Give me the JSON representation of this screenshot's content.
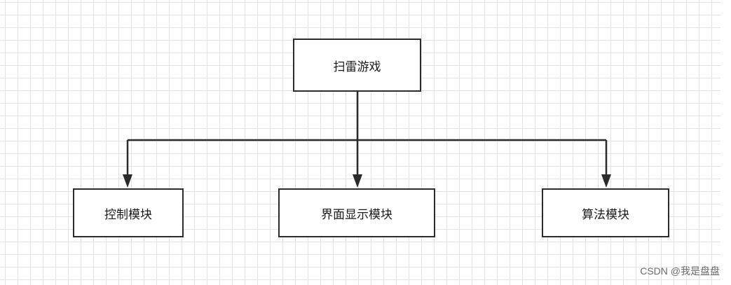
{
  "diagram": {
    "root": {
      "label": "扫雷游戏"
    },
    "children": [
      {
        "label": "控制模块"
      },
      {
        "label": "界面显示模块"
      },
      {
        "label": "算法模块"
      }
    ],
    "line_color": "#2b2b2b",
    "grid_color": "#e3e3e3"
  },
  "watermark": {
    "text": "CSDN @我是盘盘"
  }
}
